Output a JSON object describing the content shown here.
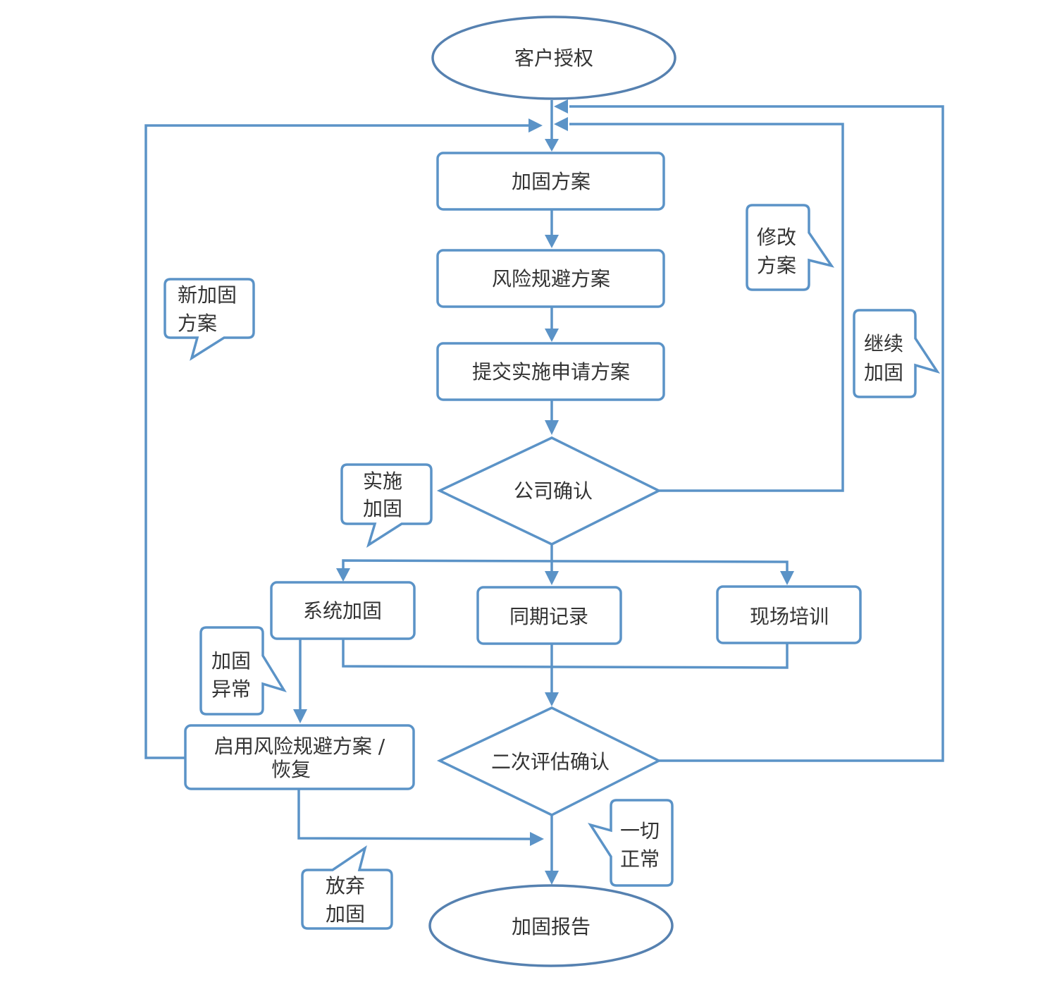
{
  "title": "加固流程",
  "colors": {
    "stroke": "#5b93c7",
    "oval_stroke": "#5681b0",
    "text": "#333333"
  },
  "nodes": {
    "start": "客户授权",
    "plan": "加固方案",
    "risk_plan": "风险规避方案",
    "submit": "提交实施申请方案",
    "company_confirm": "公司确认",
    "system_harden": "系统加固",
    "sync_record": "同期记录",
    "onsite_training": "现场培训",
    "fallback_line1": "启用风险规避方案 /",
    "fallback_line2": "恢复",
    "second_review": "二次评估确认",
    "end": "加固报告"
  },
  "callouts": {
    "new_plan": [
      "新加固",
      "方案"
    ],
    "modify_plan": [
      "修改",
      "方案"
    ],
    "continue_harden": [
      "继续",
      "加固"
    ],
    "implement": [
      "实施",
      "加固"
    ],
    "anomaly": [
      "加固",
      "异常"
    ],
    "abandon": [
      "放弃",
      "加固"
    ],
    "all_normal": [
      "一切",
      "正常"
    ]
  }
}
